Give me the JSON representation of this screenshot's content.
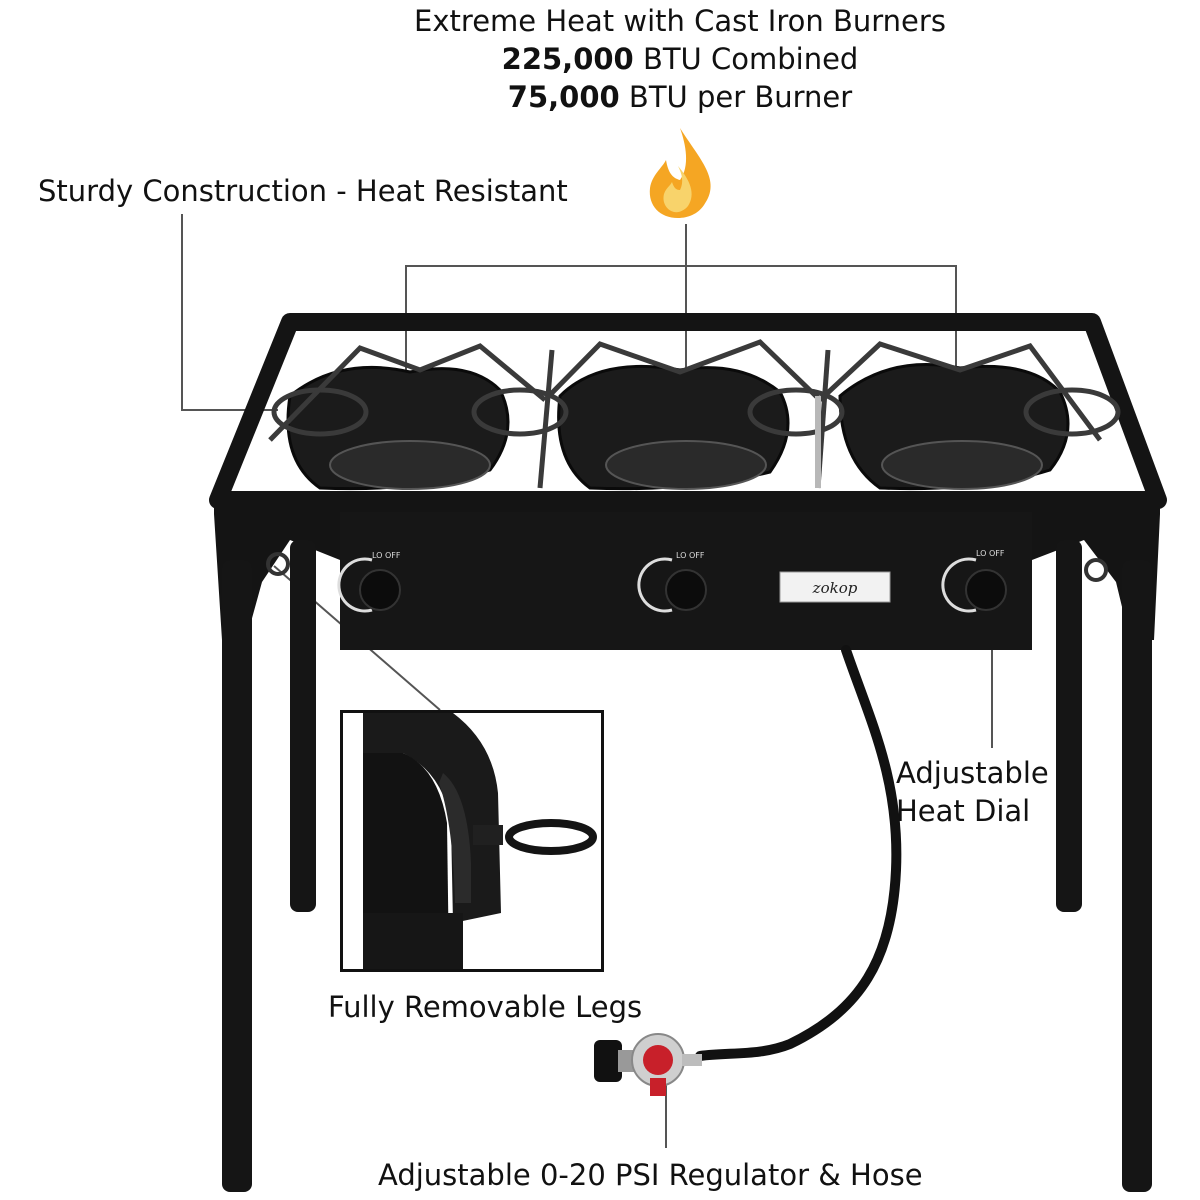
{
  "header": {
    "line1": "Extreme Heat with Cast Iron Burners",
    "line2_value": "225,000",
    "line2_unit": " BTU Combined",
    "line3_value": "75,000",
    "line3_unit": " BTU per Burner"
  },
  "callouts": {
    "construction": "Sturdy Construction - Heat Resistant",
    "dial_line1": "Adjustable",
    "dial_line2": "Heat Dial",
    "legs": "Fully Removable Legs",
    "regulator": "Adjustable 0-20 PSI Regulator & Hose"
  },
  "product": {
    "brand_logo": "zokop",
    "knob_text": "LO OFF",
    "burner_count": 3,
    "colors": {
      "stove": "#141414",
      "flame_outer": "#f5a623",
      "flame_inner": "#f8d36b",
      "regulator_red": "#c8202a"
    },
    "icons": [
      "flame-icon"
    ]
  }
}
